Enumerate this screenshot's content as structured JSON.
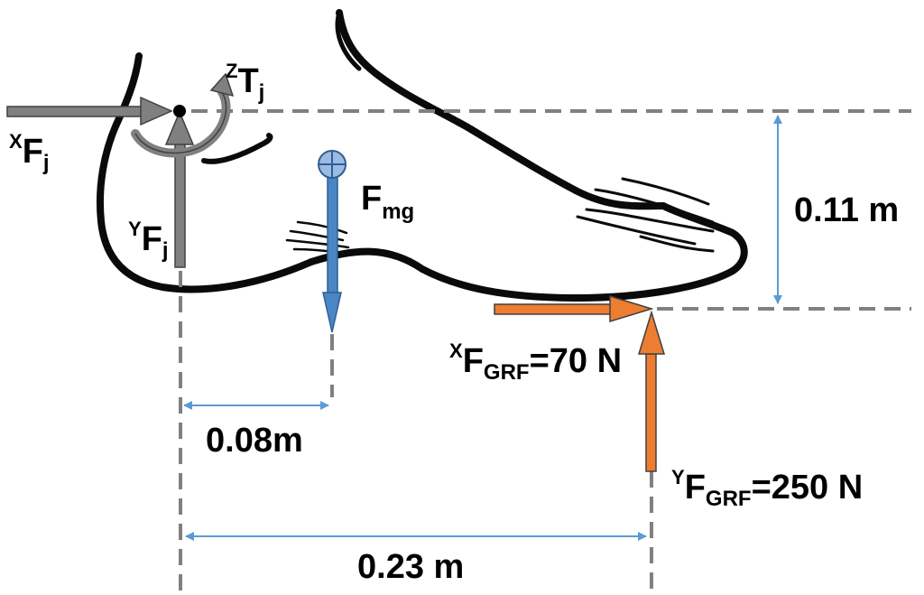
{
  "colors": {
    "foot_outline": "#0a0a0a",
    "joint_force": "#808080",
    "gravity_force": "#4a86c5",
    "grf_force": "#ed7d31",
    "dimension": "#5b9bd5",
    "dashed": "#808080"
  },
  "labels": {
    "xfj": {
      "sup": "X",
      "main": "F",
      "sub": "j"
    },
    "yfj": {
      "sup": "Y",
      "main": "F",
      "sub": "j"
    },
    "ztj": {
      "sup": "Z",
      "main": "T",
      "sub": "j"
    },
    "fmg": {
      "main": "F",
      "sub": "mg"
    },
    "xgrf": {
      "sup": "X",
      "main": "F",
      "sub": "GRF",
      "value": "=70 N"
    },
    "ygrf": {
      "sup": "Y",
      "main": "F",
      "sub": "GRF",
      "value": "=250 N"
    }
  },
  "dimensions": {
    "height": "0.11 m",
    "com_distance": "0.08m",
    "grf_distance": "0.23 m"
  },
  "icons": {
    "center_of_mass": "center-of-mass-icon",
    "joint": "ankle-joint-icon",
    "torque": "torque-arrow-icon"
  }
}
